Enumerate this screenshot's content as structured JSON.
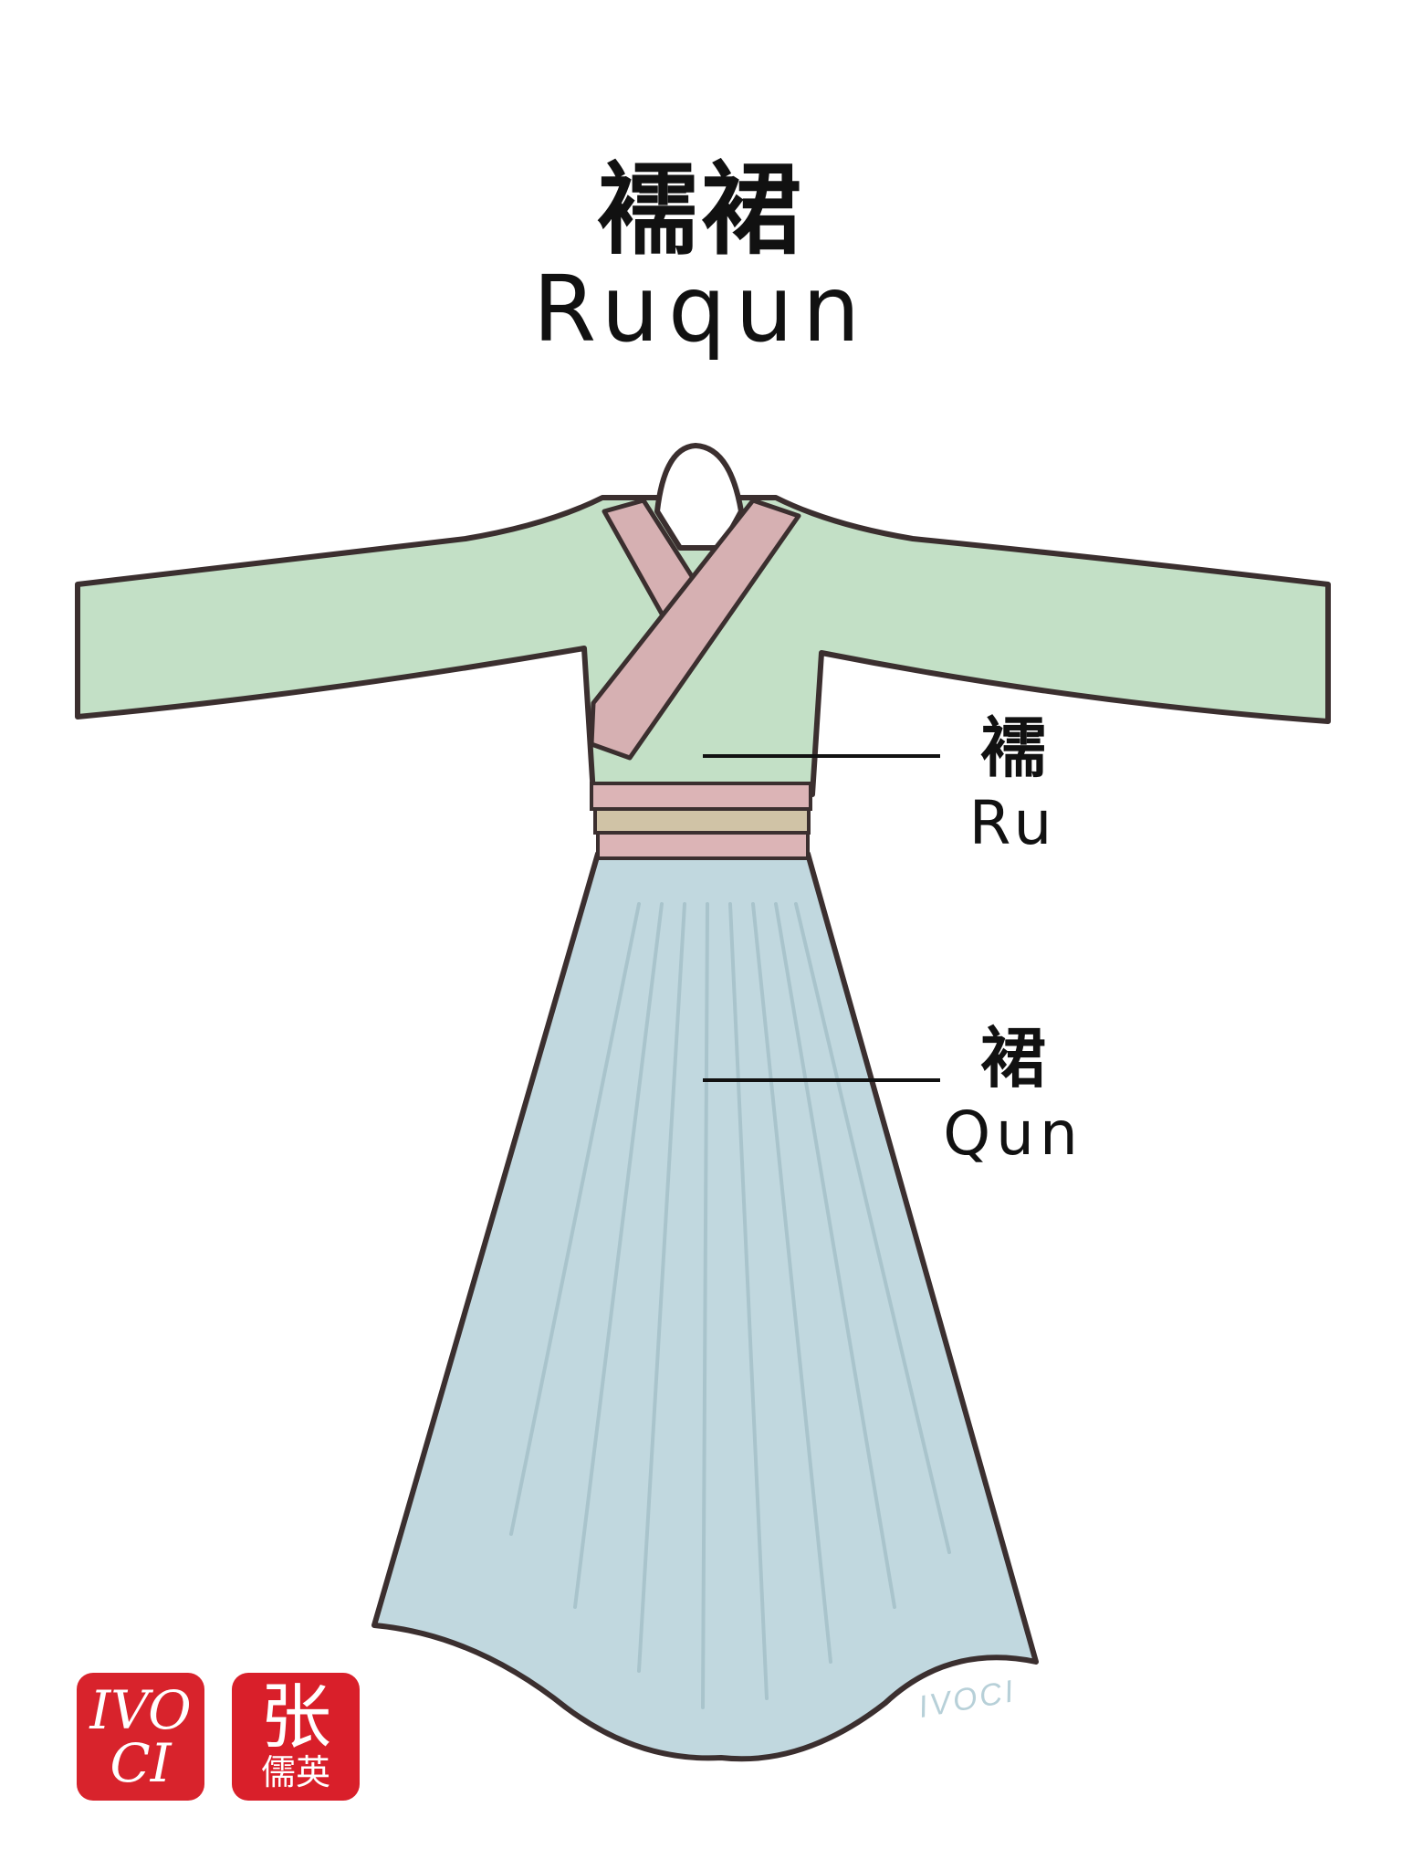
{
  "title": {
    "chinese": "襦裙",
    "english": "Ruqun"
  },
  "labels": [
    {
      "chinese": "襦",
      "english": "Ru"
    },
    {
      "chinese": "裙",
      "english": "Qun"
    }
  ],
  "seals": {
    "ivoci_line1": "IVO",
    "ivoci_line2": "CI",
    "zhang_big": "张",
    "zhang_small": "儒英"
  },
  "watermark": "IVOCI",
  "colors": {
    "ru_top": "#c3e0c6",
    "collar": "#d6b0b2",
    "sash_pink": "#dcb4b6",
    "sash_tan": "#d0c3a6",
    "qun_skirt": "#c1d8df",
    "outline": "#3b2f2f",
    "seal_red": "#d91f2a"
  }
}
